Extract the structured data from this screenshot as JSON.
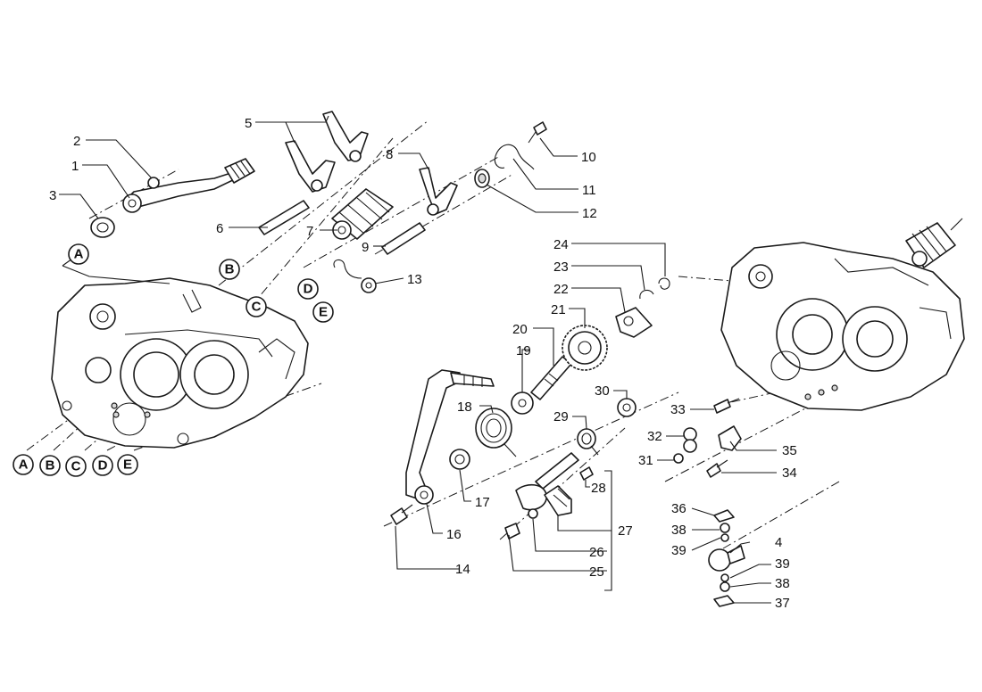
{
  "callouts": [
    "1",
    "2",
    "3",
    "4",
    "5",
    "6",
    "7",
    "8",
    "9",
    "10",
    "11",
    "12",
    "13",
    "14",
    "16",
    "17",
    "18",
    "19",
    "20",
    "21",
    "22",
    "23",
    "24",
    "25",
    "26",
    "27",
    "28",
    "29",
    "30",
    "31",
    "32",
    "33",
    "34",
    "35",
    "36",
    "37",
    "38",
    "38",
    "39",
    "39"
  ],
  "letters": [
    "A",
    "B",
    "C",
    "D",
    "E",
    "A",
    "B",
    "C",
    "D",
    "E"
  ],
  "colors": {
    "line": "#1a1a1a",
    "background": "#ffffff",
    "shade": "#d9d9d9"
  }
}
